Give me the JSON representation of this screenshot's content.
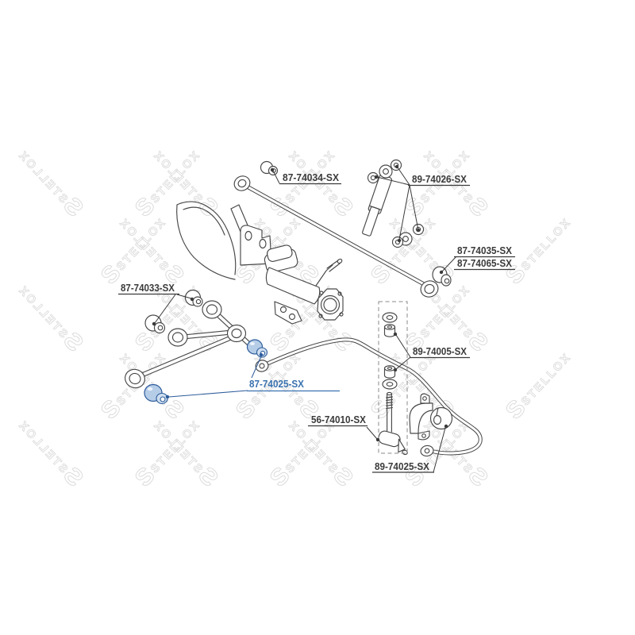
{
  "watermark": {
    "brand": "STELLOX",
    "logo_letter": "S",
    "color": "#dcdcdc"
  },
  "colors": {
    "line": "#474747",
    "label_text": "#3a3a3a",
    "blue_label": "#3a72b0",
    "blue_fill": "#b6cde8",
    "blue_stroke": "#2d5c9b"
  },
  "labels": {
    "panhard_rod_bushing": {
      "text": "87-74034-SX"
    },
    "shock_bushing_kit": {
      "text": "89-74026-SX"
    },
    "rod_end_bushing_a": {
      "text": "87-74035-SX"
    },
    "rod_end_bushing_b": {
      "text": "87-74065-SX"
    },
    "upper_arm_bushing": {
      "text": "87-74033-SX"
    },
    "lower_arm_bushing": {
      "text": "87-74025-SX"
    },
    "stab_link_bushings": {
      "text": "89-74005-SX"
    },
    "stab_link": {
      "text": "56-74010-SX"
    },
    "stab_bar_bushing": {
      "text": "89-74025-SX"
    }
  }
}
